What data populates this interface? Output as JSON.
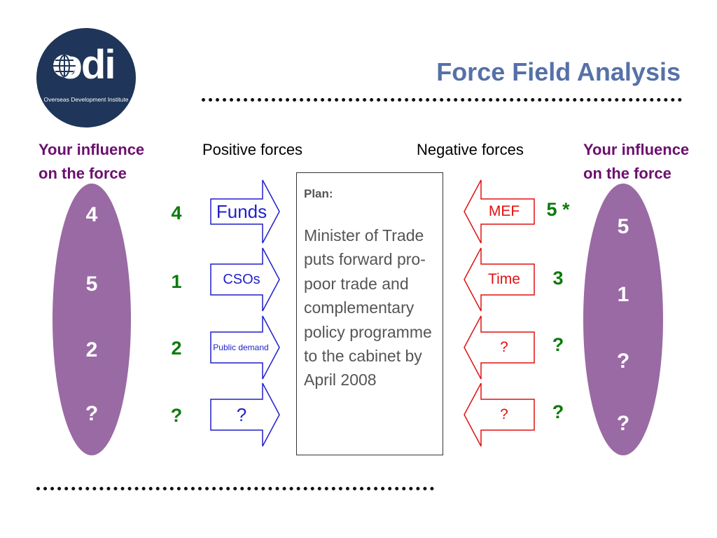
{
  "logo": {
    "word": "odi",
    "subtitle": "Overseas Development Institute"
  },
  "title": "Force Field Analysis",
  "headers": {
    "left_influence": [
      "Your influence",
      "on the force"
    ],
    "positive": "Positive forces",
    "negative": "Negative forces",
    "right_influence": [
      "Your influence",
      "on the force"
    ]
  },
  "left_influence_values": [
    "4",
    "5",
    "2",
    "?"
  ],
  "positive_forces": [
    {
      "label": "Funds",
      "score": "4"
    },
    {
      "label": "CSOs",
      "score": "1"
    },
    {
      "label": "Public demand",
      "score": "2"
    },
    {
      "label": "?",
      "score": "?"
    }
  ],
  "plan": {
    "heading": "Plan:",
    "text": "Minister of Trade puts forward pro-poor trade and complementary policy programme to the cabinet by April 2008"
  },
  "negative_forces": [
    {
      "label": "MEF",
      "score": "5 *"
    },
    {
      "label": "Time",
      "score": "3"
    },
    {
      "label": "?",
      "score": "?"
    },
    {
      "label": "?",
      "score": "?"
    }
  ],
  "right_influence_values": [
    "5",
    "1",
    "?",
    "?"
  ],
  "colors": {
    "title": "#5671a8",
    "logo_bg": "#1f3559",
    "influence_header": "#6b0f6e",
    "positive": "#1f1fcc",
    "negative": "#e01010",
    "score": "#0d7a0d",
    "oval": "#9a6aa4"
  }
}
